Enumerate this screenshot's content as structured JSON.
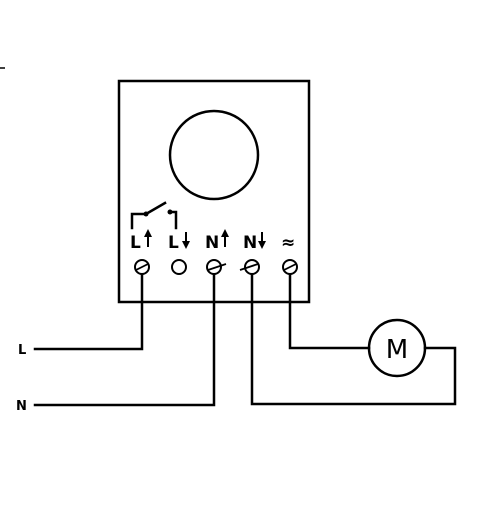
{
  "terminals": [
    {
      "label": "L",
      "arrow": "up"
    },
    {
      "label": "L",
      "arrow": "down"
    },
    {
      "label": "N",
      "arrow": "up"
    },
    {
      "label": "N",
      "arrow": "down"
    },
    {
      "label": "≈"
    }
  ],
  "lines": {
    "live": "L",
    "neutral": "N"
  },
  "motor": {
    "label": "M"
  }
}
